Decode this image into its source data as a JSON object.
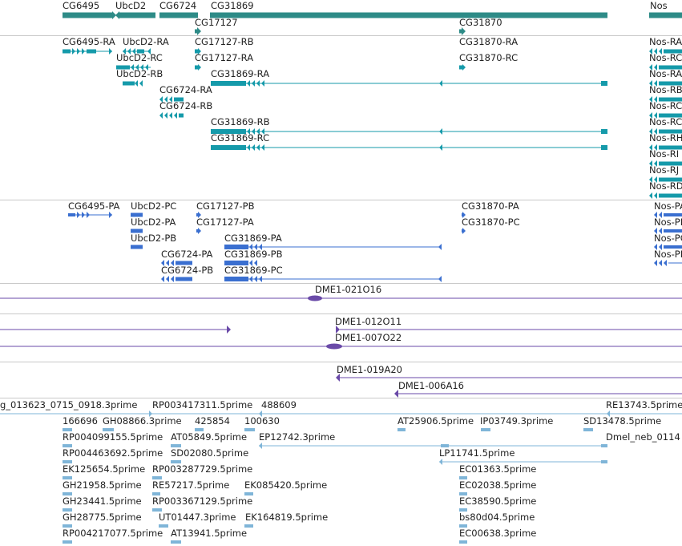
{
  "colors": {
    "gene": "#2e8b87",
    "transcript": "#159aaa",
    "protein": "#3a6fd0",
    "clone": "#6a4aa8",
    "est": "#7fb5d8",
    "divider": "#c9c9c9"
  },
  "genes": [
    {
      "id": "g1",
      "label": "CG6495"
    },
    {
      "id": "g2",
      "label": "UbcD2"
    },
    {
      "id": "g3",
      "label": "CG6724"
    },
    {
      "id": "g4",
      "label": "CG31869"
    },
    {
      "id": "g5",
      "label": "Nos"
    },
    {
      "id": "g6",
      "label": "CG17127"
    },
    {
      "id": "g7",
      "label": "CG31870"
    }
  ],
  "transcripts": [
    {
      "id": "t1",
      "label": "CG6495-RA"
    },
    {
      "id": "t2",
      "label": "UbcD2-RA"
    },
    {
      "id": "t3",
      "label": "CG17127-RB"
    },
    {
      "id": "t4",
      "label": "CG31870-RA"
    },
    {
      "id": "t5",
      "label": "Nos-RA"
    },
    {
      "id": "t6",
      "label": "UbcD2-RC"
    },
    {
      "id": "t7",
      "label": "CG17127-RA"
    },
    {
      "id": "t8",
      "label": "CG31870-RC"
    },
    {
      "id": "t9",
      "label": "Nos-RC"
    },
    {
      "id": "t10",
      "label": "UbcD2-RB"
    },
    {
      "id": "t11",
      "label": "CG31869-RA"
    },
    {
      "id": "t12",
      "label": "Nos-RA"
    },
    {
      "id": "t13",
      "label": "CG6724-RA"
    },
    {
      "id": "t14",
      "label": "Nos-RB"
    },
    {
      "id": "t15",
      "label": "CG6724-RB"
    },
    {
      "id": "t16",
      "label": "Nos-RC"
    },
    {
      "id": "t17",
      "label": "CG31869-RB"
    },
    {
      "id": "t18",
      "label": "Nos-RC"
    },
    {
      "id": "t19",
      "label": "CG31869-RC"
    },
    {
      "id": "t20",
      "label": "Nos-RH"
    },
    {
      "id": "t21",
      "label": "Nos-RI"
    },
    {
      "id": "t22",
      "label": "Nos-RJ"
    },
    {
      "id": "t23",
      "label": "Nos-RD"
    }
  ],
  "proteins": [
    {
      "id": "p1",
      "label": "CG6495-PA"
    },
    {
      "id": "p2",
      "label": "UbcD2-PC"
    },
    {
      "id": "p3",
      "label": "CG17127-PB"
    },
    {
      "id": "p4",
      "label": "CG31870-PA"
    },
    {
      "id": "p5",
      "label": "Nos-PA"
    },
    {
      "id": "p6",
      "label": "UbcD2-PA"
    },
    {
      "id": "p7",
      "label": "CG17127-PA"
    },
    {
      "id": "p8",
      "label": "CG31870-PC"
    },
    {
      "id": "p9",
      "label": "Nos-PB"
    },
    {
      "id": "p10",
      "label": "UbcD2-PB"
    },
    {
      "id": "p11",
      "label": "CG31869-PA"
    },
    {
      "id": "p12",
      "label": "Nos-PC"
    },
    {
      "id": "p13",
      "label": "CG6724-PA"
    },
    {
      "id": "p14",
      "label": "CG31869-PB"
    },
    {
      "id": "p15",
      "label": "Nos-PD"
    },
    {
      "id": "p16",
      "label": "CG6724-PB"
    },
    {
      "id": "p17",
      "label": "CG31869-PC"
    }
  ],
  "clones": [
    {
      "id": "c1",
      "label": "DME1-021O16"
    },
    {
      "id": "c2",
      "label": "DME1-012O11"
    },
    {
      "id": "c3",
      "label": "DME1-007O22"
    },
    {
      "id": "c4",
      "label": "DME1-019A20"
    },
    {
      "id": "c5",
      "label": "DME1-006A16"
    }
  ],
  "ests": [
    {
      "id": "e1",
      "label": "g_013623_0715_0918.3prime"
    },
    {
      "id": "e2",
      "label": "RP003417311.5prime"
    },
    {
      "id": "e3",
      "label": "488609"
    },
    {
      "id": "e4",
      "label": "RE13743.5prime"
    },
    {
      "id": "e5",
      "label": "166696"
    },
    {
      "id": "e6",
      "label": "GH08866.3prime"
    },
    {
      "id": "e7",
      "label": "425854"
    },
    {
      "id": "e8",
      "label": "100630"
    },
    {
      "id": "e9",
      "label": "AT25906.5prime"
    },
    {
      "id": "e10",
      "label": "IP03749.3prime"
    },
    {
      "id": "e11",
      "label": "SD13478.5prime"
    },
    {
      "id": "e12",
      "label": "RP004099155.5prime"
    },
    {
      "id": "e13",
      "label": "AT05849.5prime"
    },
    {
      "id": "e14",
      "label": "EP12742.3prime"
    },
    {
      "id": "e15",
      "label": "Dmel_neb_0114"
    },
    {
      "id": "e16",
      "label": "RP004463692.5prime"
    },
    {
      "id": "e17",
      "label": "SD02080.5prime"
    },
    {
      "id": "e18",
      "label": "LP11741.5prime"
    },
    {
      "id": "e19",
      "label": "EK125654.5prime"
    },
    {
      "id": "e20",
      "label": "RP003287729.5prime"
    },
    {
      "id": "e21",
      "label": "EC01363.5prime"
    },
    {
      "id": "e22",
      "label": "GH21958.5prime"
    },
    {
      "id": "e23",
      "label": "RE57217.5prime"
    },
    {
      "id": "e24",
      "label": "EK085420.5prime"
    },
    {
      "id": "e25",
      "label": "EC02038.5prime"
    },
    {
      "id": "e26",
      "label": "GH23441.5prime"
    },
    {
      "id": "e27",
      "label": "RP003367129.5prime"
    },
    {
      "id": "e28",
      "label": "EC38590.5prime"
    },
    {
      "id": "e29",
      "label": "GH28775.5prime"
    },
    {
      "id": "e30",
      "label": "UT01447.3prime"
    },
    {
      "id": "e31",
      "label": "EK164819.5prime"
    },
    {
      "id": "e32",
      "label": "bs80d04.5prime"
    },
    {
      "id": "e33",
      "label": "RP004217077.5prime"
    },
    {
      "id": "e34",
      "label": "AT13941.5prime"
    },
    {
      "id": "e35",
      "label": "EC00638.3prime"
    }
  ]
}
